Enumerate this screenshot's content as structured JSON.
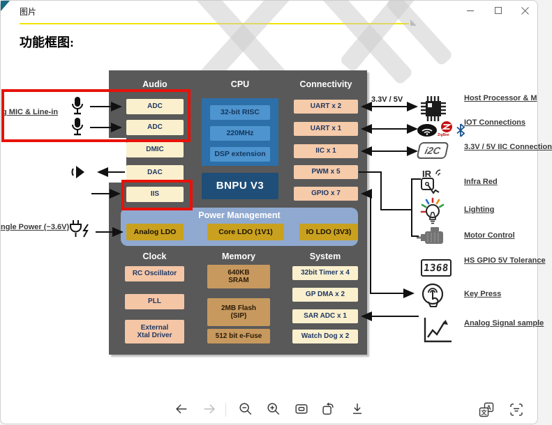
{
  "window": {
    "title": "图片",
    "controls": [
      "minimize",
      "maximize",
      "close"
    ]
  },
  "heading": "功能框图:",
  "colors": {
    "red_highlight": "#E8120A",
    "yellow_line": "#F2E400",
    "diagram_bg": "#595959",
    "cream_box": "#FBF0CD",
    "peach_box": "#F6CBAA",
    "salmon_box": "#F4C6A6",
    "tan_box": "#C7995F",
    "gold_box": "#C9A11F",
    "cpu_container": "#2D6FA8",
    "cpu_inner": "#4E94CE",
    "bnpu_navy": "#1F4E79",
    "power_bg": "#8FA9D0",
    "corner_teal": "#176B82"
  },
  "diagram": {
    "audio": {
      "title": "Audio",
      "boxes": [
        "ADC",
        "ADC",
        "DMIC",
        "DAC",
        "IIS"
      ]
    },
    "cpu": {
      "title": "CPU",
      "features": [
        "32-bit RISC",
        "220MHz",
        "DSP extension"
      ],
      "bnpu": "BNPU V3"
    },
    "connectivity": {
      "title": "Connectivity",
      "boxes": [
        "UART x 2",
        "UART x 1",
        "IIC x 1",
        "PWM x 5",
        "GPIO x 7"
      ]
    },
    "power": {
      "title": "Power Management",
      "boxes": [
        "Analog LDO",
        "Core LDO (1V1)",
        "IO LDO (3V3)"
      ]
    },
    "clock": {
      "title": "Clock",
      "boxes": [
        "RC Oscillator",
        "PLL",
        "External\nXtal Driver"
      ]
    },
    "memory": {
      "title": "Memory",
      "boxes": [
        "640KB\nSRAM",
        "2MB Flash\n(SIP)",
        "512 bit e-Fuse"
      ]
    },
    "system": {
      "title": "System",
      "boxes": [
        "32bit Timer x 4",
        "GP DMA x 2",
        "SAR ADC x 1",
        "Watch Dog x 2"
      ]
    }
  },
  "left": {
    "mic_label": "g MIC & Line-in",
    "power_label": "ngle Power\n(~3.6V)"
  },
  "right": {
    "voltage_label": "3.3V / 5V",
    "items": [
      {
        "icon": "chip-icon",
        "label": "Host Processor & M"
      },
      {
        "icon": "iot-icons",
        "label": "IOT Connections"
      },
      {
        "icon": "i2c-icon",
        "label": "3.3V / 5V IIC\nConnection"
      },
      {
        "icon": "infrared-icon",
        "label": "Infra Red"
      },
      {
        "icon": "lightbulb-icon",
        "label": "Lighting"
      },
      {
        "icon": "motor-icon",
        "label": "Motor Control"
      },
      {
        "icon": "seven-segment-icon",
        "label": "HS GPIO\n5V Tolerance"
      },
      {
        "icon": "keypress-icon",
        "label": "Key Press"
      },
      {
        "icon": "waveform-icon",
        "label": "Analog\nSignal sample"
      }
    ],
    "i2c_text": "i2C",
    "ir_text": "IR",
    "zigbee_text": "ZigBee",
    "seven_segment": "1368"
  },
  "toolbar": {
    "icons": [
      "back",
      "forward",
      "zoom-out",
      "zoom-in",
      "fit-to-window",
      "rotate",
      "save",
      "translate",
      "ocr"
    ],
    "translate_a": "A",
    "translate_wen": "文"
  }
}
